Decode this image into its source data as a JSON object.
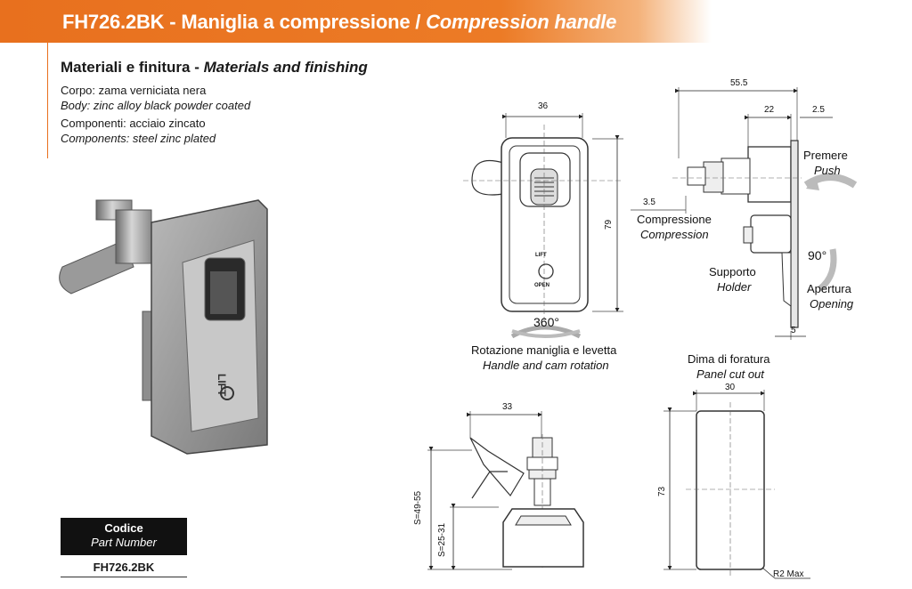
{
  "header": {
    "code": "FH726.2BK",
    "title_it": "- Maniglia a compressione /",
    "title_en": "Compression handle"
  },
  "materials": {
    "title_it": "Materiali e finitura -",
    "title_en": "Materials and finishing",
    "body_it": "Corpo: zama verniciata nera",
    "body_en": "Body: zinc alloy black powder coated",
    "comp_it": "Componenti: acciaio zincato",
    "comp_en": "Components: steel zinc plated"
  },
  "part": {
    "label_it": "Codice",
    "label_en": "Part Number",
    "value": "FH726.2BK"
  },
  "front_view": {
    "dim_width": "36",
    "dim_height": "79",
    "angle": "360°",
    "lift": "LIFT",
    "open": "OPEN",
    "caption_it": "Rotazione maniglia e levetta",
    "caption_en": "Handle and cam rotation"
  },
  "side_view": {
    "dim_total": "55.5",
    "dim_22": "22",
    "dim_25": "2.5",
    "dim_35": "3.5",
    "dim_5": "5",
    "angle": "90°",
    "push_it": "Premere",
    "push_en": "Push",
    "compression_it": "Compressione",
    "compression_en": "Compression",
    "holder_it": "Supporto",
    "holder_en": "Holder",
    "opening_it": "Apertura",
    "opening_en": "Opening"
  },
  "bottom_view": {
    "dim_width": "33",
    "dim_s1": "S=49-55",
    "dim_s2": "S=25-31"
  },
  "cutout": {
    "caption_it": "Dima di foratura",
    "caption_en": "Panel cut out",
    "dim_width": "30",
    "dim_height": "73",
    "dim_radius": "R2 Max"
  },
  "colors": {
    "accent": "#e8701e",
    "part_box": "#111111"
  }
}
